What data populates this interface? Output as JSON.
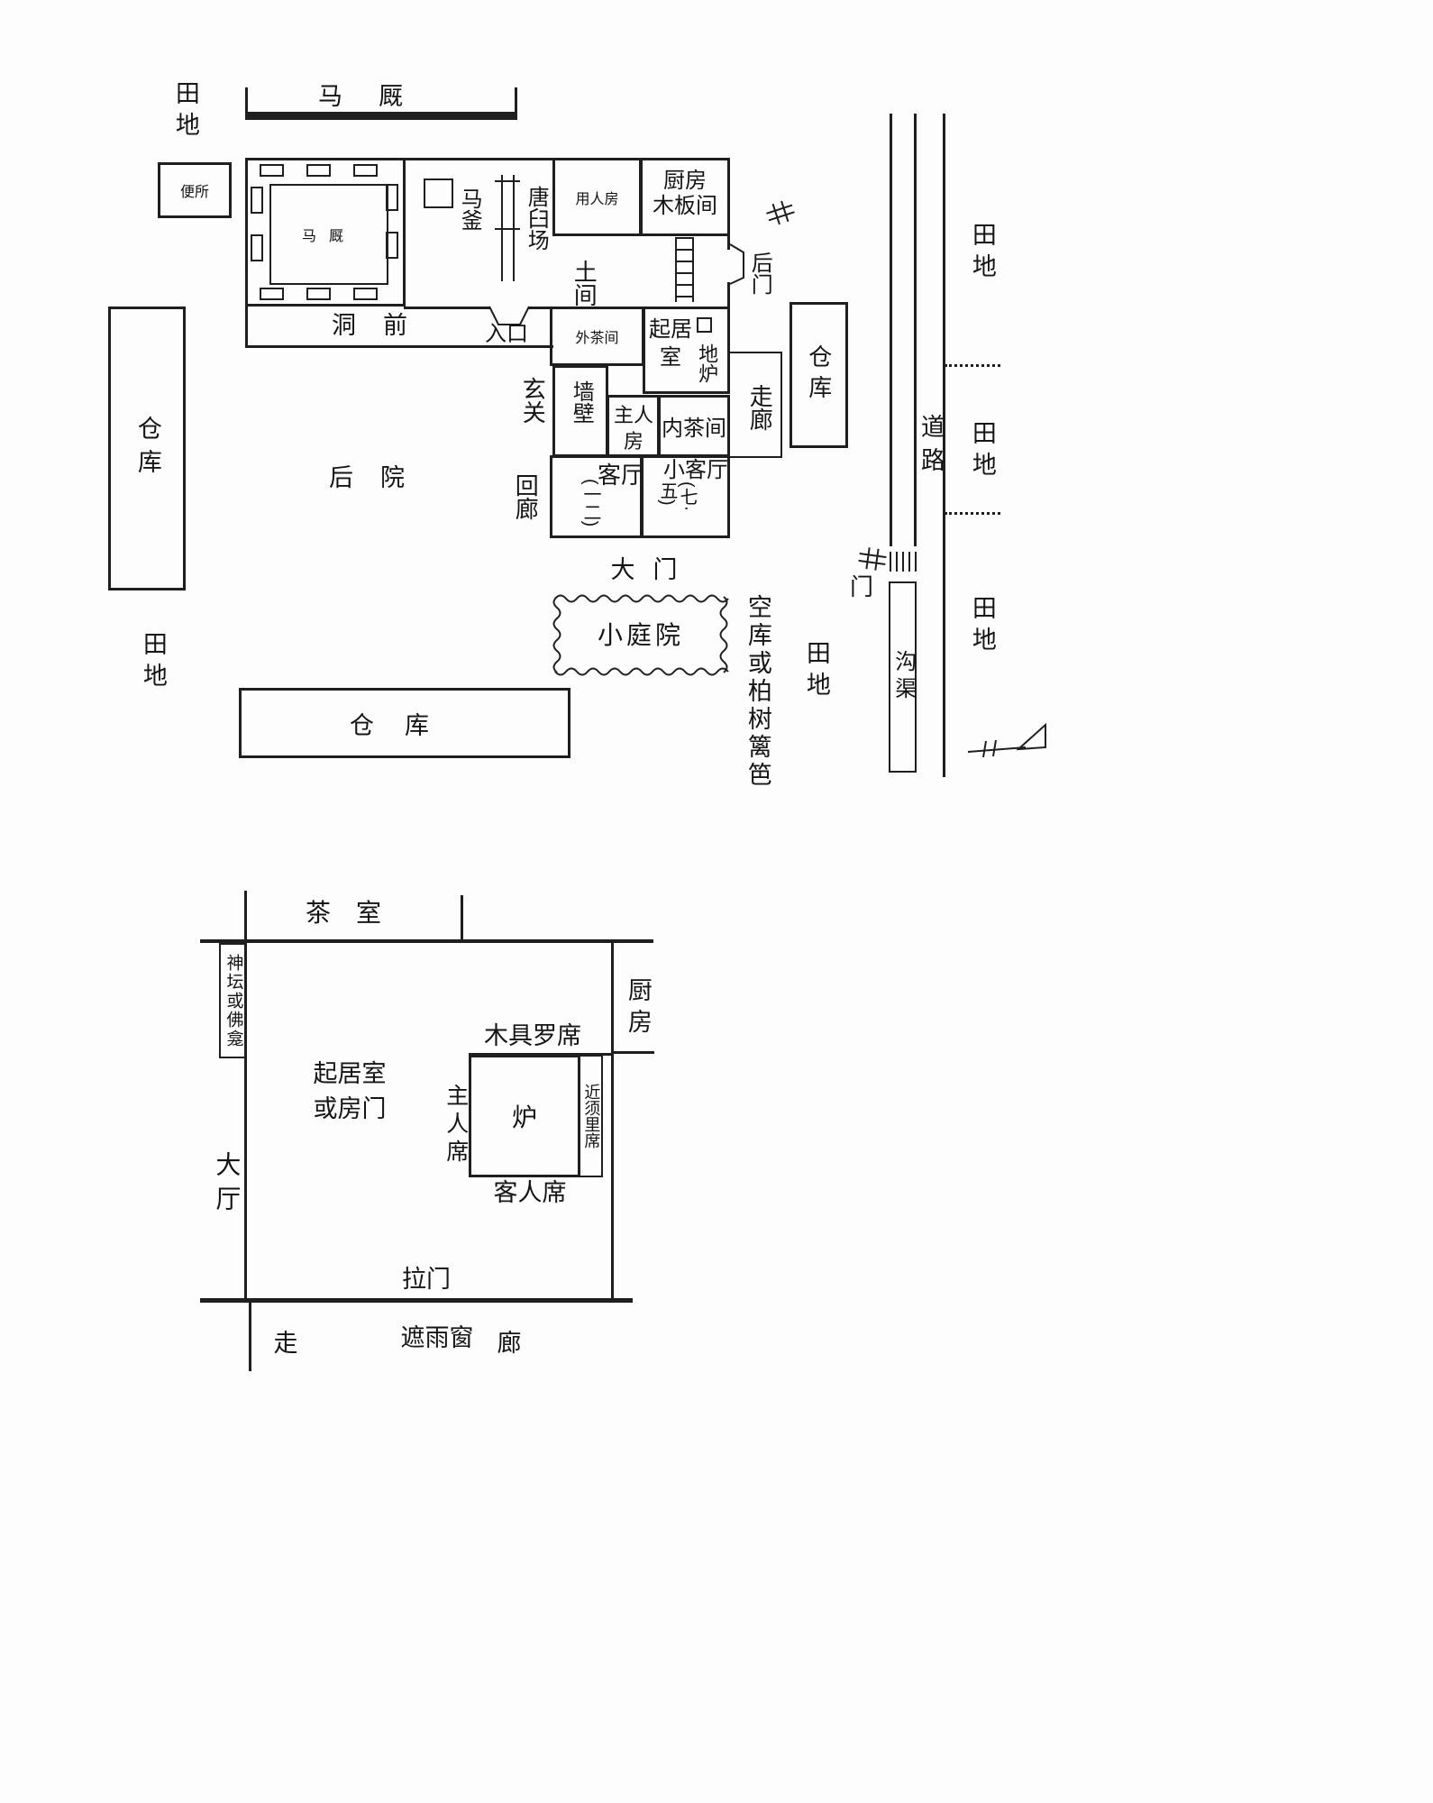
{
  "site_plan": {
    "field": "田地",
    "warehouse": "仓库",
    "stable": "马厩",
    "toilet": "便所",
    "horse_kettle": "马釜",
    "mortar_yard": "唐臼场",
    "servant_room": "用人房",
    "kitchen_plank_room_l1": "厨房",
    "kitchen_plank_room_l2": "木板间",
    "earthen_floor": "土间",
    "back_door": "后门",
    "front_strip": "洞前",
    "entrance": "入口",
    "outer_tea_room": "外茶间",
    "living_room": "起居室",
    "floor_hearth": "地炉",
    "corridor": "走廊",
    "entry_hall": "玄关",
    "wall": "墙壁",
    "master_room": "主人房",
    "inner_tea_room": "内茶间",
    "cloister": "回廊",
    "parlor": "客厅",
    "parlor_size": "(一二)",
    "small_parlor": "小客厅",
    "small_parlor_size": "(七·五)",
    "main_gate": "大门",
    "small_courtyard": "小庭院",
    "hedge_note": "空库或柏树篱笆",
    "backyard": "后院",
    "gate": "门",
    "road": "道路",
    "ditch": "沟渠"
  },
  "room_plan": {
    "tea_room": "茶室",
    "altar": "神坛或佛龛",
    "kitchen": "厨房",
    "wooden_rack_seat": "木具罗席",
    "master_seat": "主人席",
    "hearth": "炉",
    "side_seat": "近须里席",
    "guest_seat": "客人席",
    "living_or_door": "起居室或房门",
    "main_hall": "大厅",
    "sliding_door": "拉门",
    "veranda_left": "走",
    "rain_shutter": "遮雨窗",
    "veranda_right": "廊"
  },
  "icons": {
    "hash_marker": "crossing-mark",
    "north_arrow": "north-arrow-flag"
  }
}
